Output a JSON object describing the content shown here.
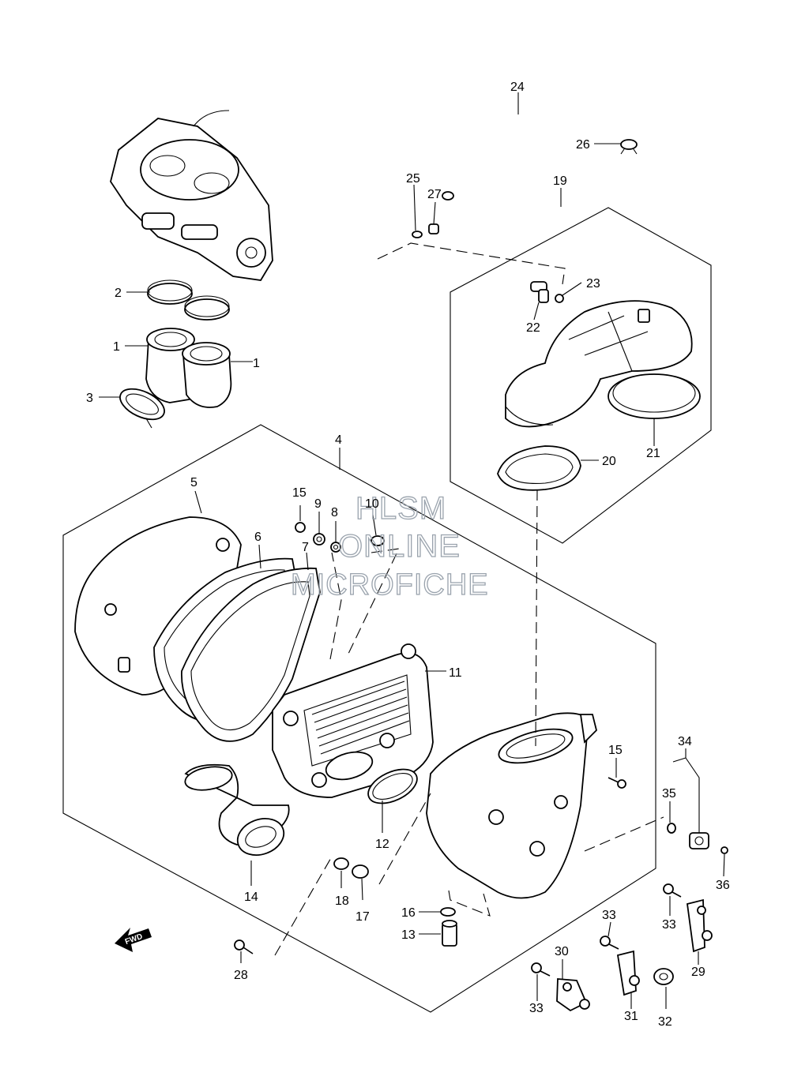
{
  "watermark": {
    "line1": "HLSM",
    "line2": "ONLINE",
    "line3": "MICROFICHE"
  },
  "direction_marker": "FWD",
  "callouts": [
    {
      "id": "c-1a",
      "text": "1"
    },
    {
      "id": "c-1b",
      "text": "1"
    },
    {
      "id": "c-2",
      "text": "2"
    },
    {
      "id": "c-3",
      "text": "3"
    },
    {
      "id": "c-4",
      "text": "4"
    },
    {
      "id": "c-5",
      "text": "5"
    },
    {
      "id": "c-6",
      "text": "6"
    },
    {
      "id": "c-7",
      "text": "7"
    },
    {
      "id": "c-8",
      "text": "8"
    },
    {
      "id": "c-9",
      "text": "9"
    },
    {
      "id": "c-10",
      "text": "10"
    },
    {
      "id": "c-11",
      "text": "11"
    },
    {
      "id": "c-12",
      "text": "12"
    },
    {
      "id": "c-13",
      "text": "13"
    },
    {
      "id": "c-14",
      "text": "14"
    },
    {
      "id": "c-15a",
      "text": "15"
    },
    {
      "id": "c-15b",
      "text": "15"
    },
    {
      "id": "c-16",
      "text": "16"
    },
    {
      "id": "c-17",
      "text": "17"
    },
    {
      "id": "c-18",
      "text": "18"
    },
    {
      "id": "c-19",
      "text": "19"
    },
    {
      "id": "c-20",
      "text": "20"
    },
    {
      "id": "c-21",
      "text": "21"
    },
    {
      "id": "c-22",
      "text": "22"
    },
    {
      "id": "c-23",
      "text": "23"
    },
    {
      "id": "c-24",
      "text": "24"
    },
    {
      "id": "c-25",
      "text": "25"
    },
    {
      "id": "c-26",
      "text": "26"
    },
    {
      "id": "c-27",
      "text": "27"
    },
    {
      "id": "c-28",
      "text": "28"
    },
    {
      "id": "c-29",
      "text": "29"
    },
    {
      "id": "c-30",
      "text": "30"
    },
    {
      "id": "c-31",
      "text": "31"
    },
    {
      "id": "c-32",
      "text": "32"
    },
    {
      "id": "c-33a",
      "text": "33"
    },
    {
      "id": "c-33b",
      "text": "33"
    },
    {
      "id": "c-33c",
      "text": "33"
    },
    {
      "id": "c-34",
      "text": "34"
    },
    {
      "id": "c-35",
      "text": "35"
    },
    {
      "id": "c-36",
      "text": "36"
    }
  ]
}
